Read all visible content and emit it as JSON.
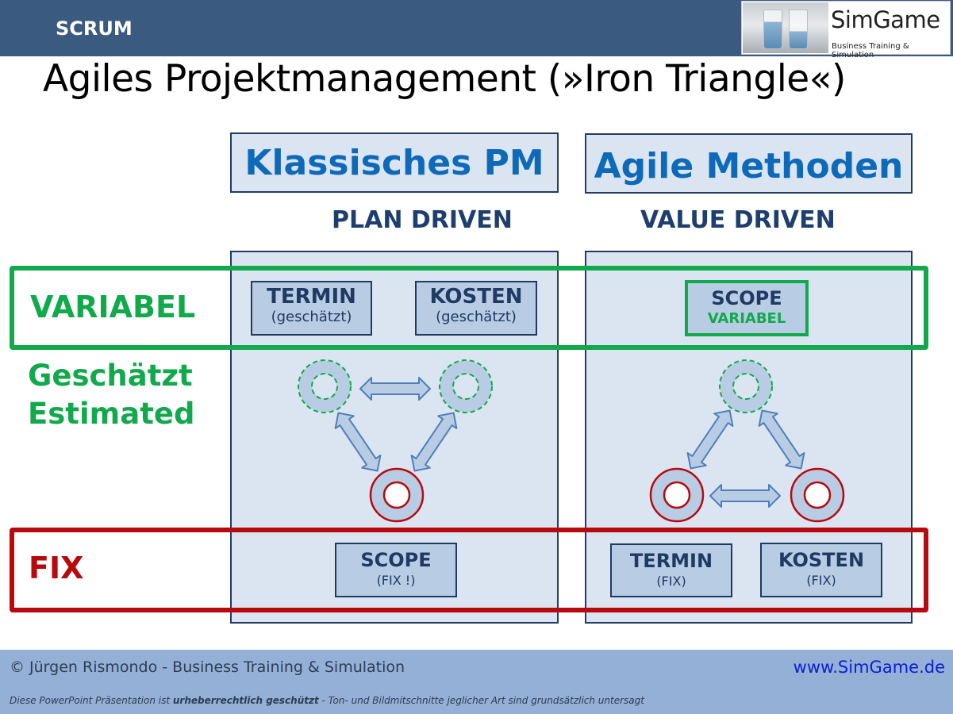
{
  "header": {
    "label": "SCRUM",
    "bar_color": "#3b5a80"
  },
  "logo": {
    "name": "SimGame",
    "tagline": "Business Training & Simulation"
  },
  "title": "Agiles Projektmanagement (»Iron Triangle«)",
  "columns": {
    "classic": {
      "title": "Klassisches PM",
      "subhead": "PLAN DRIVEN",
      "variable_boxes": [
        {
          "title": "TERMIN",
          "sub": "(geschätzt)"
        },
        {
          "title": "KOSTEN",
          "sub": "(geschätzt)"
        }
      ],
      "fix_boxes": [
        {
          "title": "SCOPE",
          "sub": "(FIX !)"
        }
      ]
    },
    "agile": {
      "title": "Agile Methoden",
      "subhead": "VALUE DRIVEN",
      "variable_boxes": [
        {
          "title": "SCOPE",
          "sub": "VARIABEL"
        }
      ],
      "fix_boxes": [
        {
          "title": "TERMIN",
          "sub": "(FIX)"
        },
        {
          "title": "KOSTEN",
          "sub": "(FIX)"
        }
      ]
    }
  },
  "rows": {
    "variable_label": "VARIABEL",
    "estimated_line1": "Geschätzt",
    "estimated_line2": "Estimated",
    "fix_label": "FIX"
  },
  "colors": {
    "accent_blue": "#0e6ab8",
    "navy": "#1f3a63",
    "variable_green": "#12a94c",
    "fix_red": "#b70a0f",
    "panel_fill": "#dbe5f2",
    "box_fill": "#b8cce4"
  },
  "footer": {
    "copyright": "© Jürgen Rismondo - Business Training & Simulation",
    "url": "www.SimGame.de",
    "legal_pre": "Diese PowerPoint Präsentation ist ",
    "legal_bold": "urheberrechtlich geschützt",
    "legal_post": " - Ton- und Bildmitschnitte jeglicher Art sind grundsätzlich untersagt"
  }
}
